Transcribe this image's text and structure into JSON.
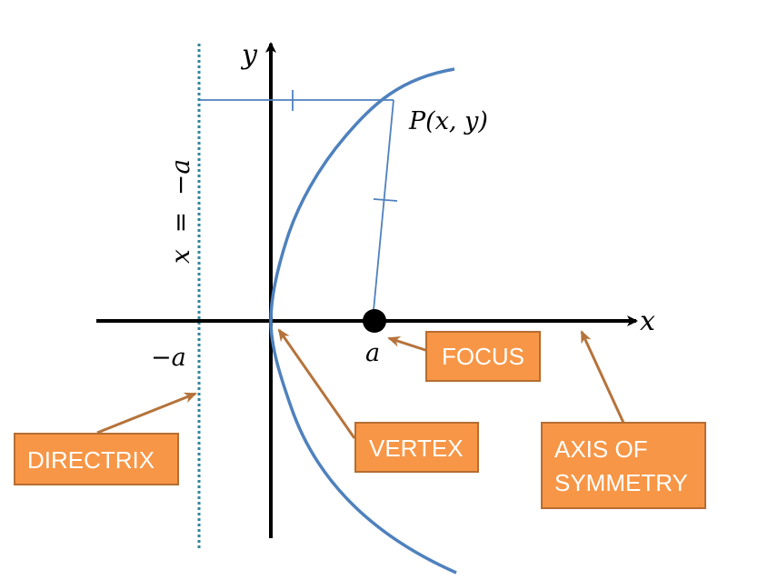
{
  "colors": {
    "parabola": "#4f81bd",
    "construction": "#4f81bd",
    "directrix": "#31859c",
    "axis": "#000000",
    "callout_fill": "#f79646",
    "callout_border": "#b66d31",
    "arrow": "#b5733b",
    "callout_text": "#ffffff"
  },
  "labels": {
    "y_axis": "y",
    "x_axis": "x",
    "point": "P(x, y)",
    "focus_a": "a",
    "neg_a": "−a",
    "directrix_eq": "x  =  −a"
  },
  "callouts": {
    "focus": "FOCUS",
    "vertex": "VERTEX",
    "directrix": "DIRECTRIX",
    "axis_line1": "AXIS OF",
    "axis_line2": "SYMMETRY"
  }
}
